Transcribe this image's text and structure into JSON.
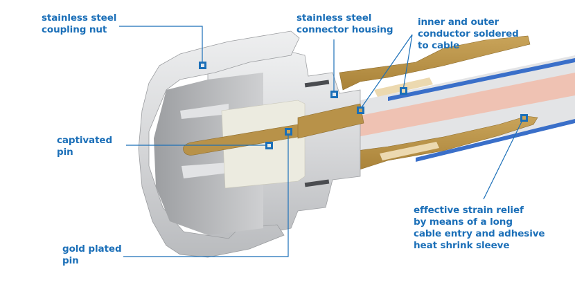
{
  "diagram": {
    "subject": "coaxial connector cross-section",
    "accent_color": "#1b6fb8",
    "colors": {
      "steel": "#d9dadc",
      "steel_shadow": "#a9abae",
      "gold": "#b89249",
      "insulator": "#ecebe0",
      "copper": "#efc2b3",
      "cable_jacket_stripe": "#3a6fc9",
      "cable_dielectric": "#e4e5e7"
    },
    "callouts": [
      {
        "id": "coupling-nut",
        "label": "stainless steel\ncoupling nut"
      },
      {
        "id": "connector-housing",
        "label": "stainless steel\nconnector housing"
      },
      {
        "id": "soldered-conductors",
        "label": "inner and outer\nconductor soldered\nto cable"
      },
      {
        "id": "captivated-pin",
        "label": "captivated\npin"
      },
      {
        "id": "gold-plated-pin",
        "label": "gold plated\npin"
      },
      {
        "id": "strain-relief",
        "label": "effective strain relief\nby means of a long\ncable entry and adhesive\nheat shrink sleeve"
      }
    ]
  }
}
